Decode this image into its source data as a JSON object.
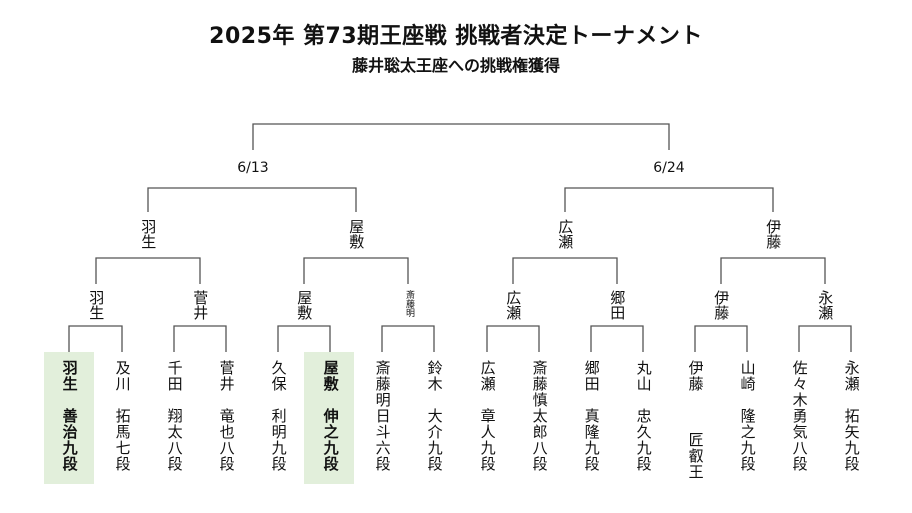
{
  "title": "2025年 第73期王座戦 挑戦者決定トーナメント",
  "subtitle": "藤井聡太王座への挑戦権獲得",
  "final_dates": [
    "6/13",
    "6/24"
  ],
  "round2_winners": [
    "羽生",
    "屋敷",
    "広瀬",
    "伊藤"
  ],
  "round1_winners": [
    "羽生",
    "菅井",
    "屋敷",
    "斎藤明",
    "広瀬",
    "郷田",
    "伊藤",
    "永瀬"
  ],
  "players": [
    {
      "surname": "羽生",
      "given_rank": "善治九段",
      "highlight": true
    },
    {
      "surname": "及川",
      "given_rank": "拓馬七段",
      "highlight": false
    },
    {
      "surname": "千田",
      "given_rank": "翔太八段",
      "highlight": false
    },
    {
      "surname": "菅井",
      "given_rank": "竜也八段",
      "highlight": false
    },
    {
      "surname": "久保",
      "given_rank": "利明九段",
      "highlight": false
    },
    {
      "surname": "屋敷",
      "given_rank": "伸之九段",
      "highlight": true
    },
    {
      "surname": "斎藤明日斗六段",
      "given_rank": "",
      "highlight": false
    },
    {
      "surname": "鈴木",
      "given_rank": "大介九段",
      "highlight": false
    },
    {
      "surname": "広瀬",
      "given_rank": "章人九段",
      "highlight": false
    },
    {
      "surname": "斎藤慎太郎八段",
      "given_rank": "",
      "highlight": false
    },
    {
      "surname": "郷田",
      "given_rank": "真隆九段",
      "highlight": false
    },
    {
      "surname": "丸山",
      "given_rank": "忠久九段",
      "highlight": false
    },
    {
      "surname": "伊藤",
      "given_rank": "匠叡王",
      "highlight": false
    },
    {
      "surname": "山崎",
      "given_rank": "隆之九段",
      "highlight": false
    },
    {
      "surname": "佐々木勇気八段",
      "given_rank": "",
      "highlight": false
    },
    {
      "surname": "永瀬",
      "given_rank": "拓矢九段",
      "highlight": false
    }
  ],
  "colors": {
    "line": "#555555",
    "highlight": "#e2efdb",
    "text": "#111111"
  }
}
